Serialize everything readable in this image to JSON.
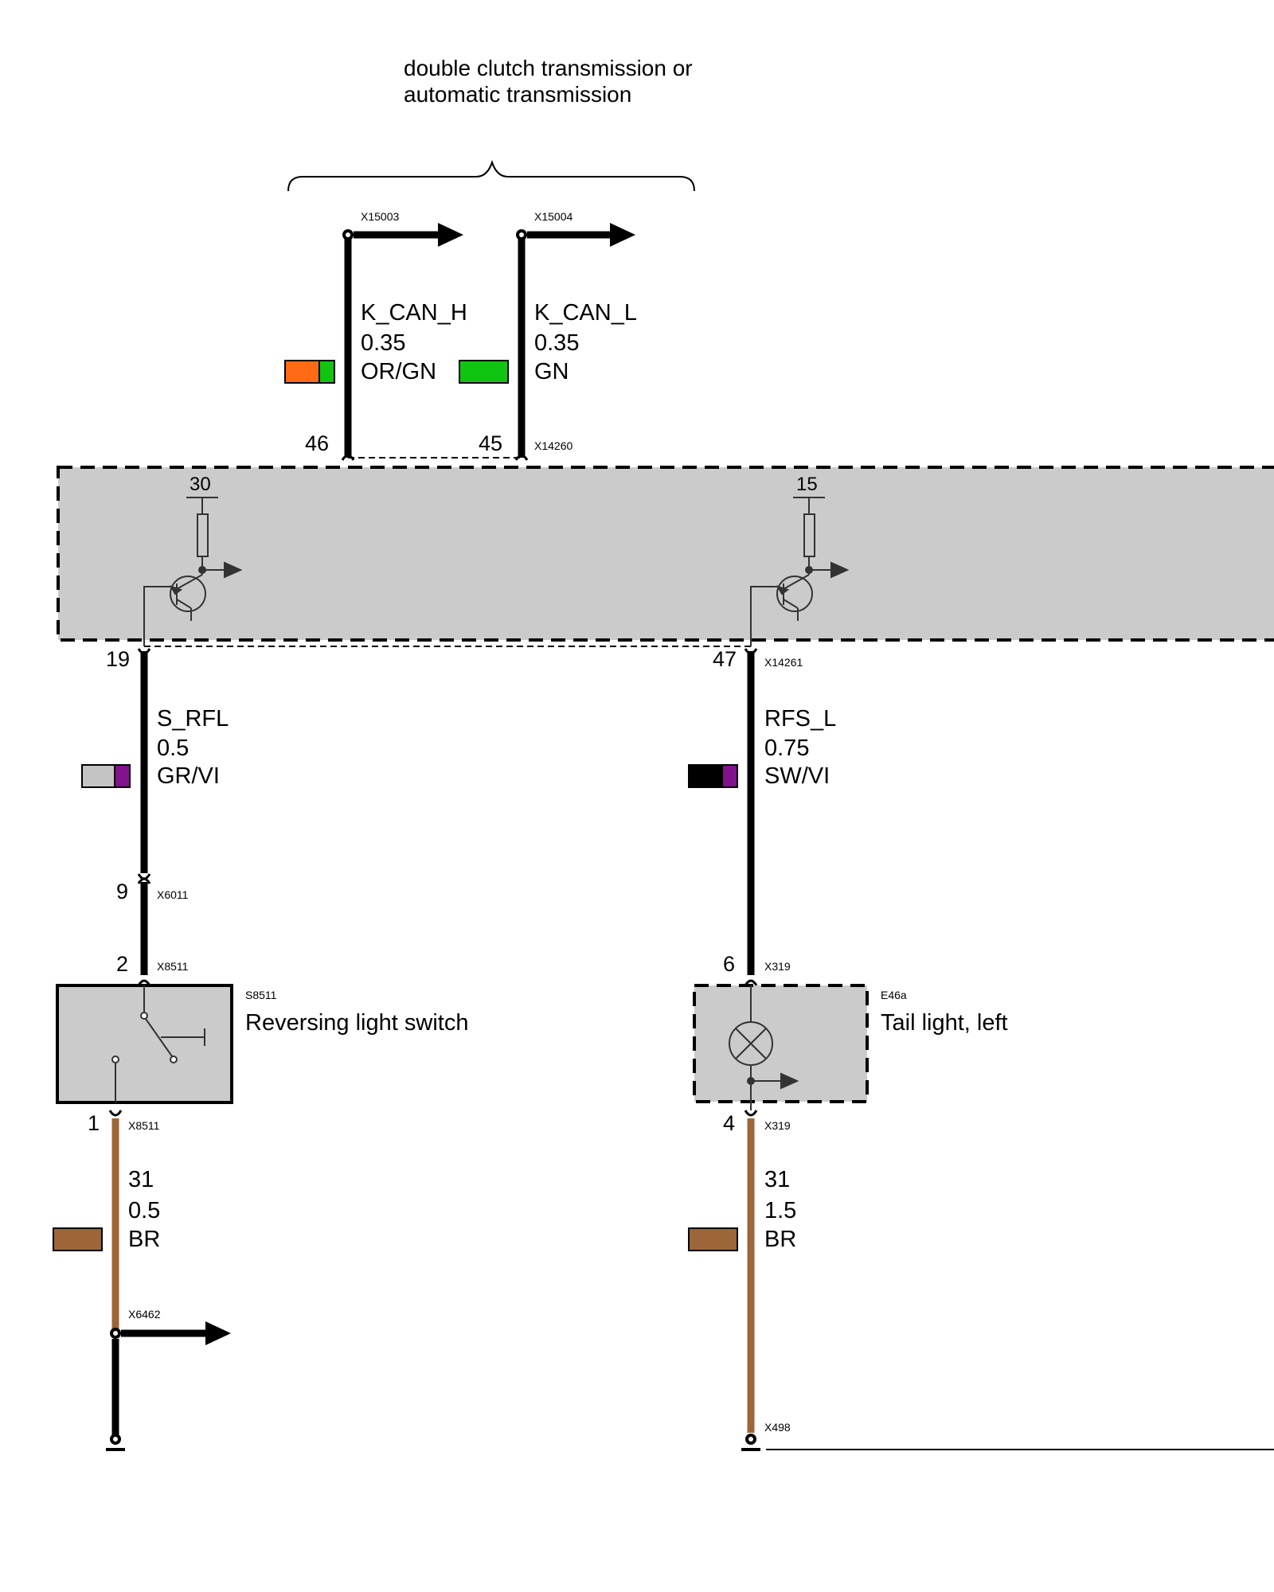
{
  "title": {
    "line1": "double clutch transmission or",
    "line2": "automatic transmission"
  },
  "colors": {
    "wire_black": "#000000",
    "wire_brown": "#9c6638",
    "module_fill": "#cbcbcb",
    "orange": "#ff6a12",
    "green": "#12c412",
    "grey": "#c4c4c4",
    "violet": "#82128c",
    "brown_swatch": "#9c6638"
  },
  "wires": {
    "can_h": {
      "signal": "K_CAN_H",
      "size": "0.35",
      "color": "OR/GN",
      "pin": "46",
      "connector_top": "X15003",
      "swatch": [
        "orange",
        "green"
      ]
    },
    "can_l": {
      "signal": "K_CAN_L",
      "size": "0.35",
      "color": "GN",
      "pin": "45",
      "connector_top": "X15004",
      "connector_module": "X14260",
      "swatch": [
        "green"
      ]
    },
    "s_rfl": {
      "signal": "S_RFL",
      "size": "0.5",
      "color": "GR/VI",
      "pin_module": "19",
      "swatch": [
        "grey",
        "violet"
      ]
    },
    "rfs_l": {
      "signal": "RFS_L",
      "size": "0.75",
      "color": "SW/VI",
      "pin_module": "47",
      "connector_module": "X14261",
      "swatch": [
        "black",
        "violet"
      ]
    },
    "ground_left": {
      "signal": "31",
      "size": "0.5",
      "color": "BR",
      "swatch": [
        "brown"
      ]
    },
    "ground_right": {
      "signal": "31",
      "size": "1.5",
      "color": "BR",
      "swatch": [
        "brown"
      ]
    }
  },
  "module": {
    "terminal_left": "30",
    "terminal_right": "15"
  },
  "connectors": {
    "x6011": {
      "id": "X6011",
      "pin": "9"
    },
    "x8511_top": {
      "id": "X8511",
      "pin": "2"
    },
    "x8511_bottom": {
      "id": "X8511",
      "pin": "1"
    },
    "x319_top": {
      "id": "X319",
      "pin": "6"
    },
    "x319_bottom": {
      "id": "X319",
      "pin": "4"
    },
    "x6462": {
      "id": "X6462"
    },
    "x498": {
      "id": "X498"
    }
  },
  "components": {
    "switch": {
      "id": "S8511",
      "name": "Reversing light switch"
    },
    "taillight": {
      "id": "E46a",
      "name": "Tail light, left"
    }
  }
}
